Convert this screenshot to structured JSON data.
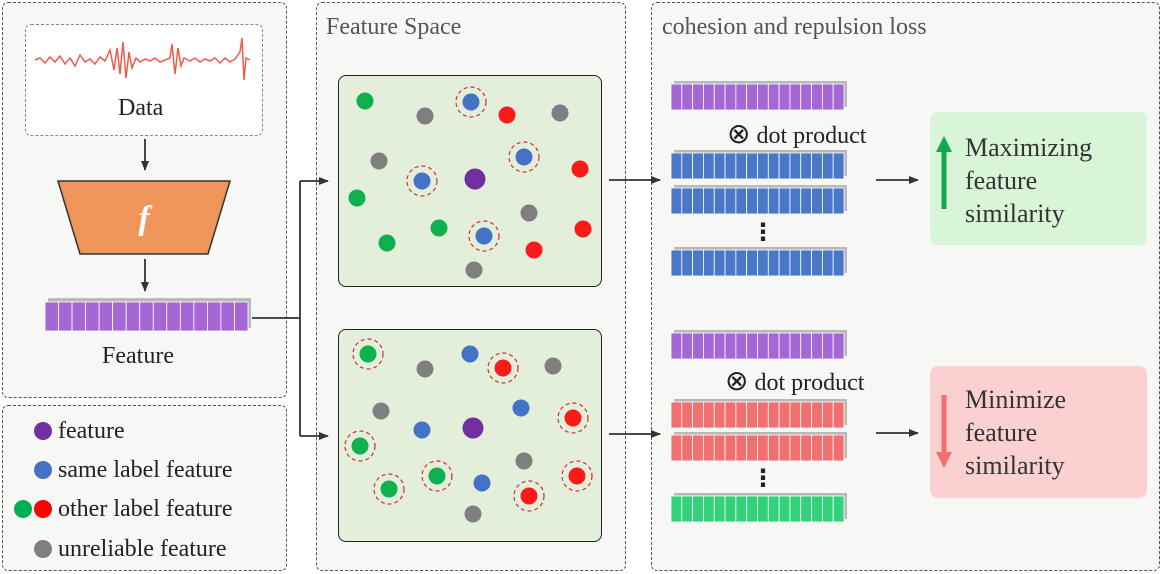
{
  "left_panel": {
    "data_label": "Data",
    "encoder_symbol": "f",
    "feature_label": "Feature"
  },
  "legend": {
    "items": [
      {
        "label": "feature",
        "colors": [
          "#7030a0"
        ]
      },
      {
        "label": "same label feature",
        "colors": [
          "#4472c4"
        ]
      },
      {
        "label": "other label feature",
        "colors": [
          "#00b050",
          "#ff0000"
        ]
      },
      {
        "label": "unreliable feature",
        "colors": [
          "#7f7f7f"
        ]
      }
    ]
  },
  "feature_space": {
    "title": "Feature Space"
  },
  "loss_panel": {
    "title": "cohesion and repulsion loss",
    "top": {
      "operator": "⊗",
      "op_label": "dot product",
      "ellipsis": "⋮",
      "result_lines": [
        "Maximizing",
        "feature",
        "similarity"
      ],
      "arrow_direction": "up"
    },
    "bottom": {
      "operator": "⊗",
      "op_label": "dot product",
      "ellipsis": "⋮",
      "result_lines": [
        "Minimize",
        "feature",
        "similarity"
      ],
      "arrow_direction": "down"
    }
  },
  "colors": {
    "purple": "#a566d6",
    "blue": "#4a78c8",
    "red_bar": "#f07070",
    "green_bar": "#33d17a",
    "green_box": "#d8f5d8",
    "red_box": "#fbd0d0",
    "space_bg": "#e3eedb",
    "encoder": "#f0965a"
  }
}
